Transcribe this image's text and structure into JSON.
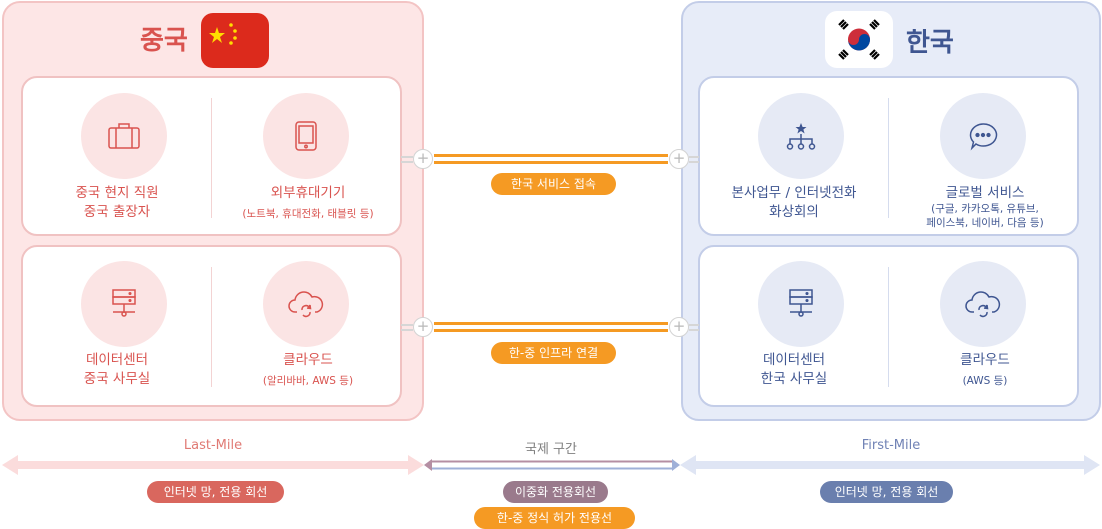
{
  "china": {
    "title": "중국",
    "cards": [
      {
        "items": [
          {
            "icon": "briefcase-icon",
            "label_lines": [
              "중국 현지 직원",
              "중국 출장자"
            ],
            "sub": ""
          },
          {
            "icon": "tablet-icon",
            "label_lines": [
              "외부휴대기기"
            ],
            "sub": "(노트북, 휴대전화, 태블릿 등)"
          }
        ]
      },
      {
        "items": [
          {
            "icon": "server-icon",
            "label_lines": [
              "데이터센터",
              "중국 사무실"
            ],
            "sub": ""
          },
          {
            "icon": "cloud-icon",
            "label_lines": [
              "클라우드"
            ],
            "sub": "(알리바바,  AWS 등)"
          }
        ]
      }
    ]
  },
  "korea": {
    "title": "한국",
    "cards": [
      {
        "items": [
          {
            "icon": "org-chart-icon",
            "label_lines": [
              "본사업무 / 인터넷전화",
              "화상회의"
            ],
            "sub": ""
          },
          {
            "icon": "chat-bubble-icon",
            "label_lines": [
              "글로벌 서비스"
            ],
            "sub_lines": [
              "(구글, 카카오톡, 유튜브,",
              "페이스북, 네이버, 다음 등)"
            ]
          }
        ]
      },
      {
        "items": [
          {
            "icon": "server-icon",
            "label_lines": [
              "데이터센터",
              "한국 사무실"
            ],
            "sub": ""
          },
          {
            "icon": "cloud-icon",
            "label_lines": [
              "클라우드"
            ],
            "sub": "(AWS 등)"
          }
        ]
      }
    ]
  },
  "connections": {
    "top_label": "한국 서비스 접속",
    "bottom_label": "한-중 인프라 연결"
  },
  "segments": {
    "last_mile": {
      "title": "Last-Mile",
      "pill": "인터넷 망, 전용 회선"
    },
    "international": {
      "title": "국제 구간",
      "pill1": "이중화 전용회선",
      "pill2": "한-중 정식 허가 전용선"
    },
    "first_mile": {
      "title": "First-Mile",
      "pill": "인터넷 망, 전용 회선"
    }
  },
  "colors": {
    "china_red": "#d9534f",
    "korea_blue": "#3f5691",
    "orange": "#f59a23",
    "last_mile_pill": "#d9675e",
    "intl_pill": "#9a7a8c",
    "first_mile_pill": "#6a7fae"
  }
}
